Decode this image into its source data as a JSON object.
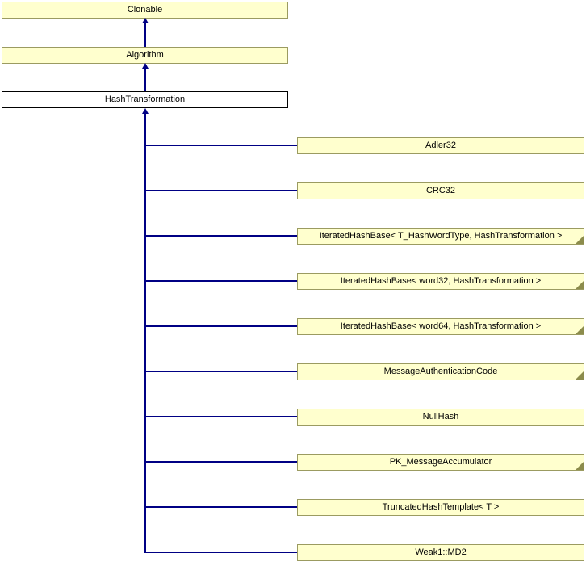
{
  "diagram": {
    "type": "class-inheritance-diagram",
    "colors": {
      "node_fill": "#ffffce",
      "node_border": "#9b9b61",
      "current_fill": "#ffffff",
      "current_border": "#000000",
      "edge": "#000084",
      "fold": "#8c8c4c",
      "text": "#000000"
    },
    "ancestors": [
      {
        "label": "Clonable"
      },
      {
        "label": "Algorithm"
      }
    ],
    "current": {
      "label": "HashTransformation"
    },
    "derived": [
      {
        "label": "Adler32",
        "truncated": false
      },
      {
        "label": "CRC32",
        "truncated": false
      },
      {
        "label": "IteratedHashBase< T_HashWordType, HashTransformation >",
        "truncated": true
      },
      {
        "label": "IteratedHashBase< word32, HashTransformation >",
        "truncated": true
      },
      {
        "label": "IteratedHashBase< word64, HashTransformation >",
        "truncated": true
      },
      {
        "label": "MessageAuthenticationCode",
        "truncated": true
      },
      {
        "label": "NullHash",
        "truncated": false
      },
      {
        "label": "PK_MessageAccumulator",
        "truncated": true
      },
      {
        "label": "TruncatedHashTemplate< T >",
        "truncated": false
      },
      {
        "label": "Weak1::MD2",
        "truncated": false
      }
    ]
  }
}
